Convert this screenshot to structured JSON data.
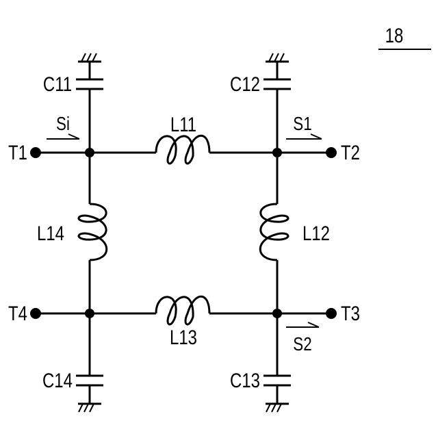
{
  "figure": {
    "ref": "18"
  },
  "terminals": {
    "t1": "T1",
    "t2": "T2",
    "t3": "T3",
    "t4": "T4"
  },
  "inductors": {
    "l11": "L11",
    "l12": "L12",
    "l13": "L13",
    "l14": "L14"
  },
  "capacitors": {
    "c11": "C11",
    "c12": "C12",
    "c13": "C13",
    "c14": "C14"
  },
  "signals": {
    "si": "Si",
    "s1": "S1",
    "s2": "S2"
  }
}
